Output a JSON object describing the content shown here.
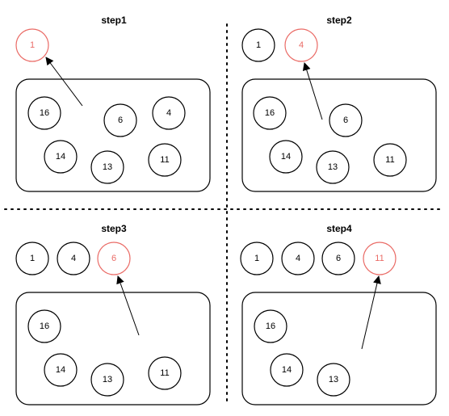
{
  "colors": {
    "default": "#000000",
    "highlight": "#ea6b66"
  },
  "steps": [
    {
      "title": "step1",
      "selected": [
        "1"
      ],
      "heap": [
        "16",
        "6",
        "4",
        "14",
        "13",
        "11"
      ]
    },
    {
      "title": "step2",
      "selected": [
        "1",
        "4"
      ],
      "heap": [
        "16",
        "6",
        "14",
        "13",
        "11"
      ]
    },
    {
      "title": "step3",
      "selected": [
        "1",
        "4",
        "6"
      ],
      "heap": [
        "16",
        "14",
        "13",
        "11"
      ]
    },
    {
      "title": "step4",
      "selected": [
        "1",
        "4",
        "6",
        "11"
      ],
      "heap": [
        "16",
        "14",
        "13"
      ]
    }
  ]
}
